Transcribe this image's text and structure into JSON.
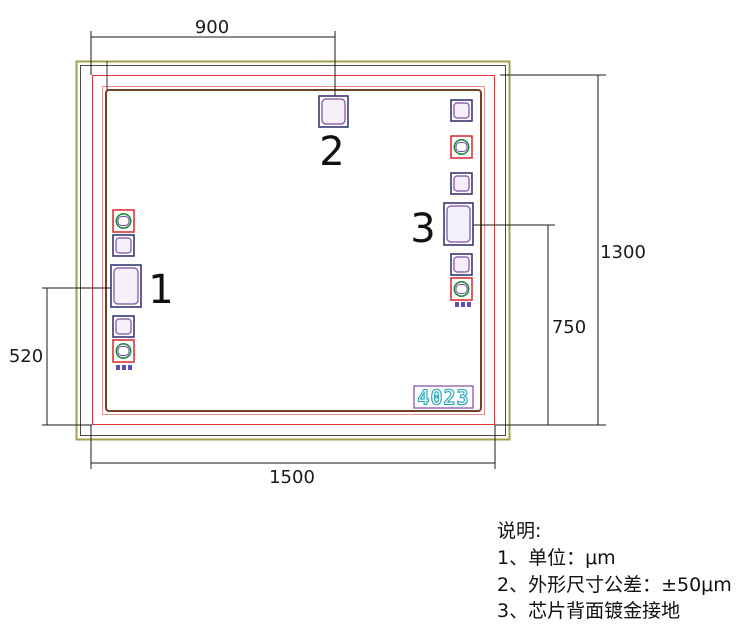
{
  "dimensions": {
    "pad2_offset_x": "900",
    "chip_height": "1300",
    "pad3_offset_y": "750",
    "pad1_offset_y": "520",
    "chip_width": "1500"
  },
  "pad_labels": {
    "pad1": "1",
    "pad2": "2",
    "pad3": "3"
  },
  "chip_marking": "4023",
  "notes": {
    "title": "说明:",
    "items": [
      "1、单位：μm",
      "2、外形尺寸公差：±50μm",
      "3、芯片背面镀金接地"
    ]
  },
  "colors": {
    "frame": "#a3a14a",
    "scribe": "#e0353b",
    "active_area": "#6e4326",
    "pad_outline": "#2b2b6b",
    "pad_metal": "#7b4aa8",
    "probe_pad": "#d8262a",
    "via": "#1f8a3a",
    "dots": "#5b4fb8",
    "marking": "#2aa3b5"
  }
}
